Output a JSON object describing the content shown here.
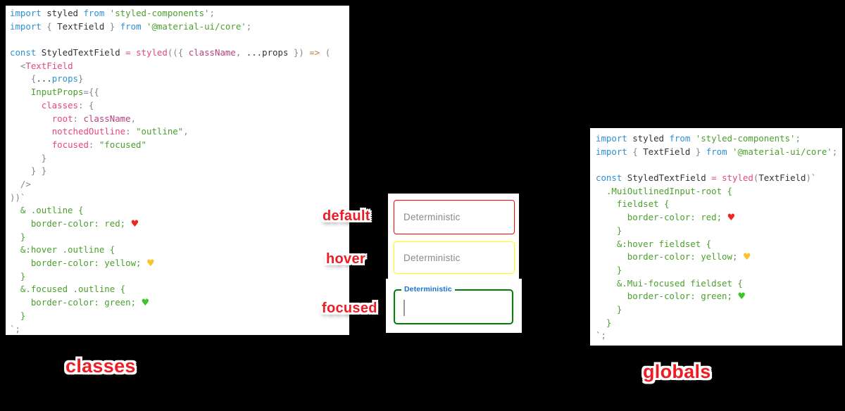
{
  "palette": {
    "kw": "#2e8fd5",
    "pl": "#2f3337",
    "gr": "#4aa02c",
    "gy": "#82878c",
    "pk": "#e8457c",
    "rs": "#b8407c",
    "or": "#c77c33",
    "hr": "#f0251c",
    "hy": "#f7c325",
    "hg": "#3fc32b",
    "meme_red": "#ed1c24",
    "focused_label_blue": "#1a73d1",
    "placeholder_gray": "#8a8a8a",
    "border_default": "#ff0000",
    "border_hover": "#ffff00",
    "border_focused": "#008000"
  },
  "annotations": {
    "state_labels": [
      {
        "label": "default"
      },
      {
        "label": "hover"
      },
      {
        "label": "focused"
      }
    ],
    "caption_left": "classes",
    "caption_right": "globals"
  },
  "demo": {
    "fields": [
      {
        "state": "default",
        "placeholder": "Deterministic",
        "border_color": "#ff0000"
      },
      {
        "state": "hover",
        "placeholder": "Deterministic",
        "border_color": "#ffff00"
      },
      {
        "state": "focused",
        "label": "Deterministic",
        "border_color": "#008000",
        "label_color": "#1a73d1",
        "caret_color": "#9a9a9a"
      }
    ]
  },
  "left_code": {
    "lines": [
      [
        [
          "kw",
          "import"
        ],
        [
          "pl",
          " styled "
        ],
        [
          "kw",
          "from"
        ],
        [
          "pl",
          " "
        ],
        [
          "gr",
          "'styled-components'"
        ],
        [
          "gy",
          ";"
        ]
      ],
      [
        [
          "kw",
          "import"
        ],
        [
          "pl",
          " "
        ],
        [
          "gy",
          "{"
        ],
        [
          "pl",
          " TextField "
        ],
        [
          "gy",
          "}"
        ],
        [
          "pl",
          " "
        ],
        [
          "kw",
          "from"
        ],
        [
          "pl",
          " "
        ],
        [
          "gr",
          "'@material-ui/core'"
        ],
        [
          "gy",
          ";"
        ]
      ],
      [],
      [
        [
          "kw",
          "const"
        ],
        [
          "pl",
          " StyledTextField "
        ],
        [
          "pk",
          "="
        ],
        [
          "pl",
          " "
        ],
        [
          "pk",
          "styled"
        ],
        [
          "gy",
          "(({ "
        ],
        [
          "rs",
          "className"
        ],
        [
          "gy",
          ","
        ],
        [
          "pl",
          " ...props "
        ],
        [
          "gy",
          "})"
        ],
        [
          "pl",
          " "
        ],
        [
          "or",
          "=>"
        ],
        [
          "pl",
          " "
        ],
        [
          "gy",
          "("
        ]
      ],
      [
        [
          "pl",
          "  "
        ],
        [
          "gy",
          "<"
        ],
        [
          "pk",
          "TextField"
        ]
      ],
      [
        [
          "pl",
          "    "
        ],
        [
          "gy",
          "{"
        ],
        [
          "pl",
          "..."
        ],
        [
          "kw",
          "props"
        ],
        [
          "gy",
          "}"
        ]
      ],
      [
        [
          "pl",
          "    "
        ],
        [
          "gr",
          "InputProps"
        ],
        [
          "gy",
          "={{"
        ]
      ],
      [
        [
          "pl",
          "      "
        ],
        [
          "pk",
          "classes"
        ],
        [
          "gy",
          ":"
        ],
        [
          "pl",
          " "
        ],
        [
          "gy",
          "{"
        ]
      ],
      [
        [
          "pl",
          "        "
        ],
        [
          "pk",
          "root"
        ],
        [
          "gy",
          ":"
        ],
        [
          "pl",
          " "
        ],
        [
          "rs",
          "className"
        ],
        [
          "gy",
          ","
        ]
      ],
      [
        [
          "pl",
          "        "
        ],
        [
          "pk",
          "notchedOutline"
        ],
        [
          "gy",
          ":"
        ],
        [
          "pl",
          " "
        ],
        [
          "gr",
          "\"outline\""
        ],
        [
          "gy",
          ","
        ]
      ],
      [
        [
          "pl",
          "        "
        ],
        [
          "pk",
          "focused"
        ],
        [
          "gy",
          ":"
        ],
        [
          "pl",
          " "
        ],
        [
          "gr",
          "\"focused\""
        ]
      ],
      [
        [
          "pl",
          "      "
        ],
        [
          "gy",
          "}"
        ]
      ],
      [
        [
          "pl",
          "    "
        ],
        [
          "gy",
          "} }"
        ]
      ],
      [
        [
          "pl",
          "  "
        ],
        [
          "gy",
          "/>"
        ]
      ],
      [
        [
          "gy",
          "))"
        ],
        [
          "gr",
          "`"
        ]
      ],
      [
        [
          "gr",
          "  & .outline {"
        ]
      ],
      [
        [
          "gr",
          "    border-color: red; "
        ],
        [
          "hr",
          "♥"
        ]
      ],
      [
        [
          "gr",
          "  }"
        ]
      ],
      [
        [
          "gr",
          "  &:hover .outline {"
        ]
      ],
      [
        [
          "gr",
          "    border-color: yellow; "
        ],
        [
          "hy",
          "♥"
        ]
      ],
      [
        [
          "gr",
          "  }"
        ]
      ],
      [
        [
          "gr",
          "  &.focused .outline {"
        ]
      ],
      [
        [
          "gr",
          "    border-color: green; "
        ],
        [
          "hg",
          "♥"
        ]
      ],
      [
        [
          "gr",
          "  }"
        ]
      ],
      [
        [
          "gr",
          "`"
        ],
        [
          "gy",
          ";"
        ]
      ]
    ]
  },
  "right_code": {
    "lines": [
      [
        [
          "kw",
          "import"
        ],
        [
          "pl",
          " styled "
        ],
        [
          "kw",
          "from"
        ],
        [
          "pl",
          " "
        ],
        [
          "gr",
          "'styled-components'"
        ],
        [
          "gy",
          ";"
        ]
      ],
      [
        [
          "kw",
          "import"
        ],
        [
          "pl",
          " "
        ],
        [
          "gy",
          "{"
        ],
        [
          "pl",
          " TextField "
        ],
        [
          "gy",
          "}"
        ],
        [
          "pl",
          " "
        ],
        [
          "kw",
          "from"
        ],
        [
          "pl",
          " "
        ],
        [
          "gr",
          "'@material-ui/core'"
        ],
        [
          "gy",
          ";"
        ]
      ],
      [],
      [
        [
          "kw",
          "const"
        ],
        [
          "pl",
          " StyledTextField "
        ],
        [
          "pk",
          "="
        ],
        [
          "pl",
          " "
        ],
        [
          "pk",
          "styled"
        ],
        [
          "gy",
          "("
        ],
        [
          "pl",
          "TextField"
        ],
        [
          "gy",
          ")"
        ],
        [
          "gr",
          "`"
        ]
      ],
      [
        [
          "gr",
          "  .MuiOutlinedInput-root {"
        ]
      ],
      [
        [
          "gr",
          "    fieldset {"
        ]
      ],
      [
        [
          "gr",
          "      border-color: red; "
        ],
        [
          "hr",
          "♥"
        ]
      ],
      [
        [
          "gr",
          "    }"
        ]
      ],
      [
        [
          "gr",
          "    &:hover fieldset {"
        ]
      ],
      [
        [
          "gr",
          "      border-color: yellow; "
        ],
        [
          "hy",
          "♥"
        ]
      ],
      [
        [
          "gr",
          "    }"
        ]
      ],
      [
        [
          "gr",
          "    &.Mui-focused fieldset {"
        ]
      ],
      [
        [
          "gr",
          "      border-color: green; "
        ],
        [
          "hg",
          "♥"
        ]
      ],
      [
        [
          "gr",
          "    }"
        ]
      ],
      [
        [
          "gr",
          "  }"
        ]
      ],
      [
        [
          "gr",
          "`"
        ],
        [
          "gy",
          ";"
        ]
      ]
    ]
  }
}
